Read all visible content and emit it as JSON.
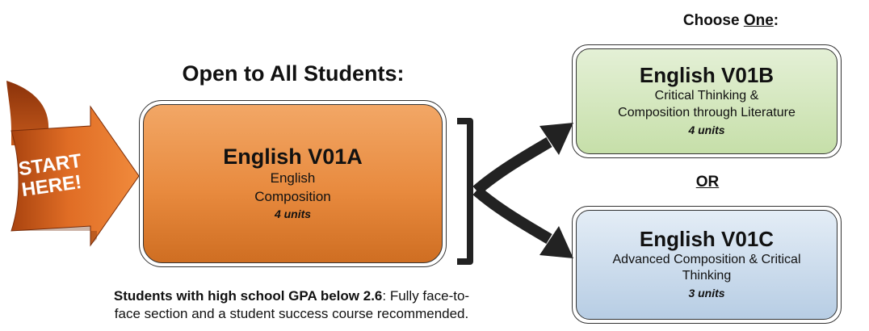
{
  "start": {
    "label_line1": "START",
    "label_line2": "HERE!",
    "color": "#e07028"
  },
  "open_heading": "Open to All Students:",
  "choose_heading": {
    "prefix": "Choose ",
    "underlined": "One",
    "suffix": ":"
  },
  "courses": [
    {
      "title": "English V01A",
      "lines": [
        "English",
        "Composition"
      ],
      "units": "4 units",
      "color": "#e88a3e"
    },
    {
      "title": "English V01B",
      "lines": [
        "Critical Thinking &",
        "Composition through Literature"
      ],
      "units": "4 units",
      "color": "#c6dfa9"
    },
    {
      "title": "English V01C",
      "lines": [
        "Advanced Composition & Critical",
        "Thinking"
      ],
      "units": "3 units",
      "color": "#b7cde4"
    }
  ],
  "or_label": "OR",
  "note": {
    "bold": "Students with high school GPA below 2.6",
    "line1_rest": ":  Fully face-to-",
    "line2": "face section and a student success course recommended."
  }
}
